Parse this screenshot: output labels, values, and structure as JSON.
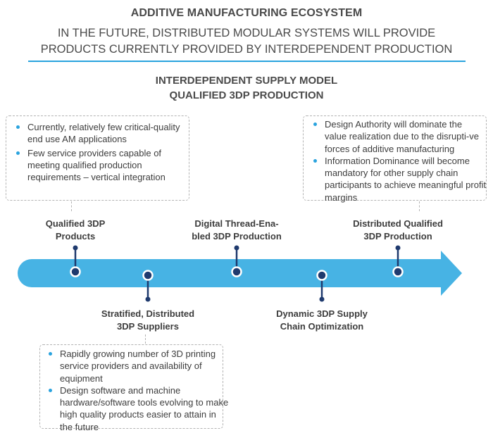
{
  "header": {
    "title": "ADDITIVE MANUFACTURING ECOSYSTEM",
    "subtitle_line1": "IN THE FUTURE, DISTRIBUTED MODULAR SYSTEMS WILL PROVIDE",
    "subtitle_line2": "PRODUCTS CURRENTLY PROVIDED BY INTERDEPENDENT PRODUCTION"
  },
  "section": {
    "title_line1": "INTERDEPENDENT SUPPLY MODEL",
    "title_line2": "QUALIFIED 3DP PRODUCTION"
  },
  "colors": {
    "arrow": "#47b3e4",
    "node": "#1f3a6e",
    "accent_rule": "#2aa3de",
    "bullet": "#2aa3de"
  },
  "timeline": {
    "stages": [
      {
        "label_line1": "Qualified 3DP",
        "label_line2": "Products",
        "side": "above"
      },
      {
        "label_line1": "Stratified, Distributed",
        "label_line2": "3DP Suppliers",
        "side": "below"
      },
      {
        "label_line1": "Digital Thread-Ena-",
        "label_line2": "bled 3DP Production",
        "side": "above"
      },
      {
        "label_line1": "Dynamic 3DP Supply",
        "label_line2": "Chain Optimization",
        "side": "below"
      },
      {
        "label_line1": "Distributed Qualified",
        "label_line2": "3DP Production",
        "side": "above"
      }
    ]
  },
  "callouts": {
    "left_top": {
      "bullets": [
        "Currently, relatively few critical-quality end use AM applications",
        "Few service providers capable of meeting qualified production requirements – vertical integration"
      ]
    },
    "right_top": {
      "bullets": [
        "Design Authority will dominate the value realization due to the disrupti-ve forces of additive manufacturing",
        "Information Dominance will become mandatory for other supply chain participants to achieve meaningful profit margins"
      ]
    },
    "bottom": {
      "bullets": [
        "Rapidly growing number of 3D printing service providers and availability of equipment",
        "Design software and machine hardware/software tools evolving to make high quality products easier to attain in the future"
      ]
    }
  }
}
